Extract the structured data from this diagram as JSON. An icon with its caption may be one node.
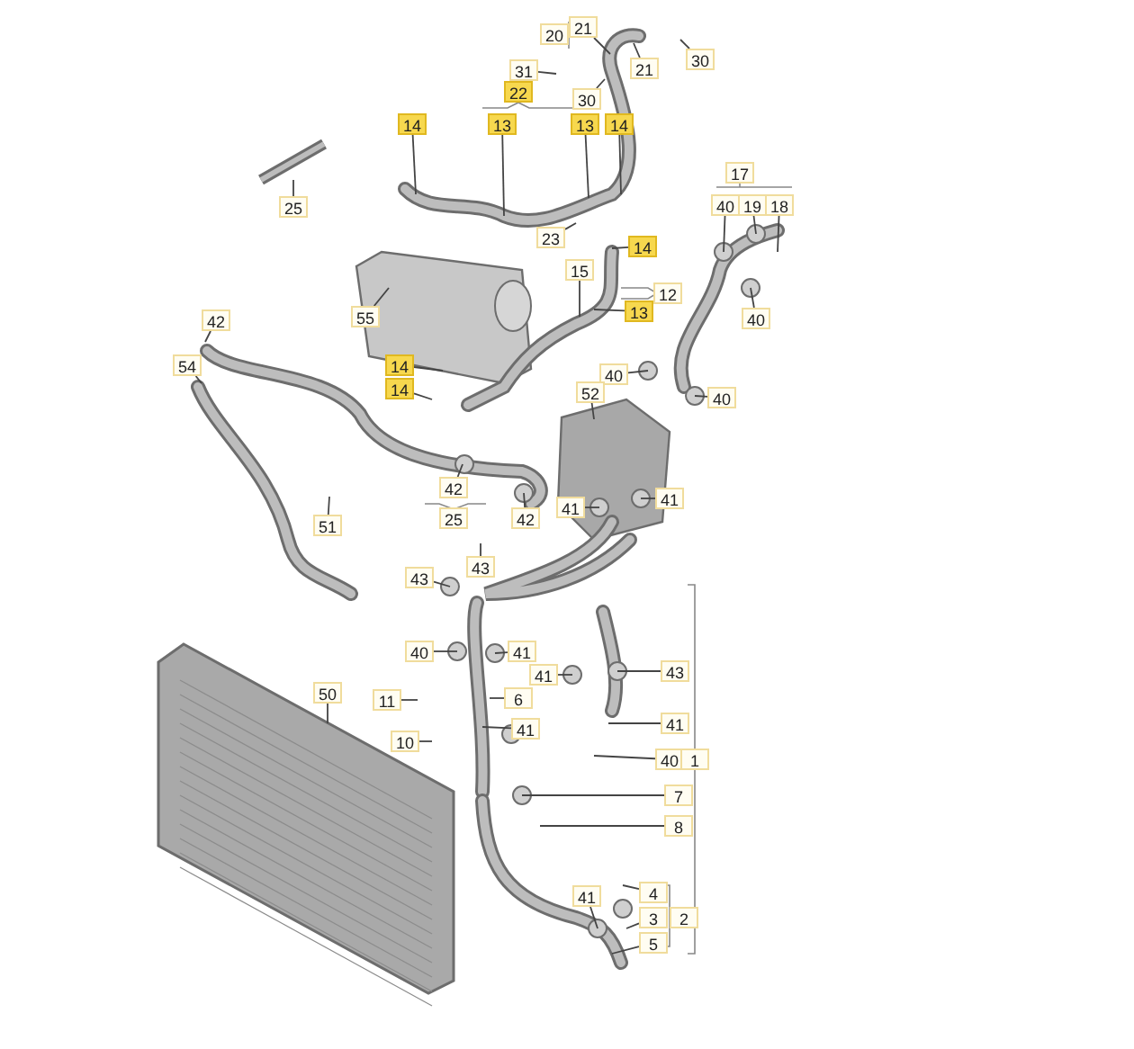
{
  "diagram": {
    "nodes": [
      {
        "text": [
          "20"
        ]
      },
      {
        "text": [
          "21"
        ]
      },
      {
        "text": [
          "30"
        ]
      },
      {
        "text": [
          "21"
        ]
      },
      {
        "text": [
          "31"
        ]
      },
      {
        "text": [
          "22"
        ]
      },
      {
        "text": [
          "30"
        ]
      },
      {
        "text": [
          "14"
        ]
      },
      {
        "text": [
          "13"
        ]
      },
      {
        "text": [
          "13"
        ]
      },
      {
        "text": [
          "14"
        ]
      },
      {
        "text": [
          "17"
        ]
      },
      {
        "text": [
          "40"
        ]
      },
      {
        "text": [
          "19"
        ]
      },
      {
        "text": [
          "18"
        ]
      },
      {
        "text": [
          "25"
        ]
      },
      {
        "text": [
          "23"
        ]
      },
      {
        "text": [
          "14"
        ]
      },
      {
        "text": [
          "15"
        ]
      },
      {
        "text": [
          "12"
        ]
      },
      {
        "text": [
          "13"
        ]
      },
      {
        "text": [
          "40"
        ]
      },
      {
        "text": [
          "55"
        ]
      },
      {
        "text": [
          "42"
        ]
      },
      {
        "text": [
          "54"
        ]
      },
      {
        "text": [
          "14"
        ]
      },
      {
        "text": [
          "40"
        ]
      },
      {
        "text": [
          "14"
        ]
      },
      {
        "text": [
          "40"
        ]
      },
      {
        "text": [
          "52"
        ]
      },
      {
        "text": [
          "42"
        ]
      },
      {
        "text": [
          "25"
        ]
      },
      {
        "text": [
          "42"
        ]
      },
      {
        "text": [
          "41"
        ]
      },
      {
        "text": [
          "41"
        ]
      },
      {
        "text": [
          "51"
        ]
      },
      {
        "text": [
          "43"
        ]
      },
      {
        "text": [
          "43"
        ]
      },
      {
        "text": [
          "40"
        ]
      },
      {
        "text": [
          "41"
        ]
      },
      {
        "text": [
          "41"
        ]
      },
      {
        "text": [
          "43"
        ]
      },
      {
        "text": [
          "11"
        ]
      },
      {
        "text": [
          "6"
        ]
      },
      {
        "text": [
          "10"
        ]
      },
      {
        "text": [
          "41"
        ]
      },
      {
        "text": [
          "41"
        ]
      },
      {
        "text": [
          "40"
        ]
      },
      {
        "text": [
          "1"
        ]
      },
      {
        "text": [
          "7"
        ]
      },
      {
        "text": [
          "8"
        ]
      },
      {
        "text": [
          "50"
        ]
      },
      {
        "text": [
          "41"
        ]
      },
      {
        "text": [
          "4"
        ]
      },
      {
        "text": [
          "3"
        ]
      },
      {
        "text": [
          "2"
        ]
      },
      {
        "text": [
          "5"
        ]
      }
    ],
    "edges": [
      {
        "from": 1,
        "to": null,
        "arrow": "none"
      },
      {
        "from": 2,
        "to": null,
        "arrow": "none"
      },
      {
        "from": 3,
        "to": null,
        "arrow": "none"
      },
      {
        "from": 4,
        "to": null,
        "arrow": "none"
      },
      {
        "from": 6,
        "to": null,
        "arrow": "none"
      },
      {
        "from": 7,
        "to": null,
        "arrow": "none"
      },
      {
        "from": 8,
        "to": null,
        "arrow": "none"
      },
      {
        "from": 9,
        "to": null,
        "arrow": "none"
      },
      {
        "from": 10,
        "to": null,
        "arrow": "none"
      },
      {
        "from": 12,
        "to": null,
        "arrow": "none"
      },
      {
        "from": 13,
        "to": null,
        "arrow": "none"
      },
      {
        "from": 14,
        "to": null,
        "arrow": "none"
      },
      {
        "from": 15,
        "to": null,
        "arrow": "none"
      },
      {
        "from": 16,
        "to": null,
        "arrow": "none"
      },
      {
        "from": 17,
        "to": null,
        "arrow": "none"
      },
      {
        "from": 18,
        "to": null,
        "arrow": "none"
      },
      {
        "from": 20,
        "to": null,
        "arrow": "none"
      },
      {
        "from": 21,
        "to": null,
        "arrow": "none"
      },
      {
        "from": 22,
        "to": null,
        "arrow": "none"
      },
      {
        "from": 23,
        "to": null,
        "arrow": "none"
      },
      {
        "from": 24,
        "to": null,
        "arrow": "none"
      },
      {
        "from": 25,
        "to": null,
        "arrow": "none"
      },
      {
        "from": 26,
        "to": null,
        "arrow": "none"
      },
      {
        "from": 27,
        "to": null,
        "arrow": "none"
      },
      {
        "from": 28,
        "to": null,
        "arrow": "none"
      },
      {
        "from": 29,
        "to": null,
        "arrow": "none"
      },
      {
        "from": 30,
        "to": null,
        "arrow": "none"
      },
      {
        "from": 32,
        "to": null,
        "arrow": "none"
      },
      {
        "from": 33,
        "to": null,
        "arrow": "none"
      },
      {
        "from": 34,
        "to": null,
        "arrow": "none"
      },
      {
        "from": 35,
        "to": null,
        "arrow": "none"
      },
      {
        "from": 36,
        "to": null,
        "arrow": "none"
      },
      {
        "from": 37,
        "to": null,
        "arrow": "none"
      },
      {
        "from": 38,
        "to": null,
        "arrow": "none"
      },
      {
        "from": 39,
        "to": null,
        "arrow": "none"
      },
      {
        "from": 40,
        "to": null,
        "arrow": "none"
      },
      {
        "from": 41,
        "to": null,
        "arrow": "none"
      },
      {
        "from": 42,
        "to": null,
        "arrow": "none"
      },
      {
        "from": 43,
        "to": null,
        "arrow": "none"
      },
      {
        "from": 44,
        "to": null,
        "arrow": "none"
      },
      {
        "from": 45,
        "to": null,
        "arrow": "none"
      },
      {
        "from": 46,
        "to": null,
        "arrow": "none"
      },
      {
        "from": 47,
        "to": null,
        "arrow": "none"
      },
      {
        "from": 49,
        "to": null,
        "arrow": "none"
      },
      {
        "from": 50,
        "to": null,
        "arrow": "none"
      },
      {
        "from": 51,
        "to": null,
        "arrow": "none"
      },
      {
        "from": 52,
        "to": null,
        "arrow": "none"
      },
      {
        "from": 53,
        "to": null,
        "arrow": "none"
      },
      {
        "from": 54,
        "to": null,
        "arrow": "none"
      },
      {
        "from": 56,
        "to": null,
        "arrow": "none"
      }
    ]
  }
}
